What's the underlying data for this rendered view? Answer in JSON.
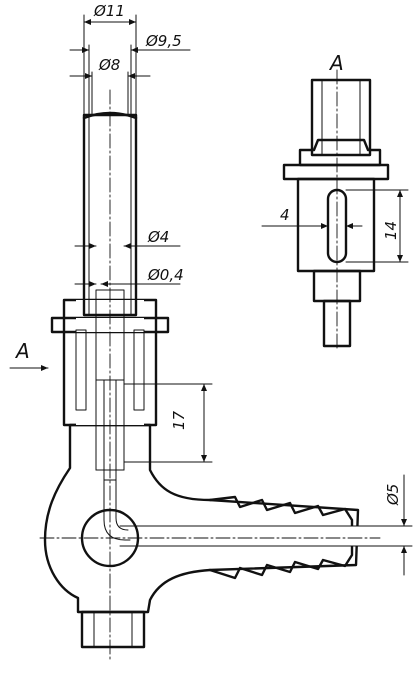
{
  "dimensions": {
    "d11": "Ø11",
    "d9_5": "Ø9,5",
    "d8": "Ø8",
    "d4": "Ø4",
    "d0_4": "Ø0,4",
    "len17": "17",
    "d5": "Ø5",
    "slot_w": "4",
    "slot_h": "14"
  },
  "view_labels": {
    "detail": "A",
    "arrow": "A"
  }
}
